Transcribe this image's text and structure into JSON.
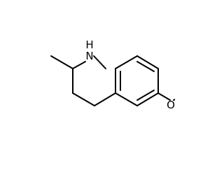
{
  "molecule": {
    "atom_labels": {
      "nitrogen_h": "H",
      "nitrogen": "N",
      "oxygen": "O"
    }
  }
}
